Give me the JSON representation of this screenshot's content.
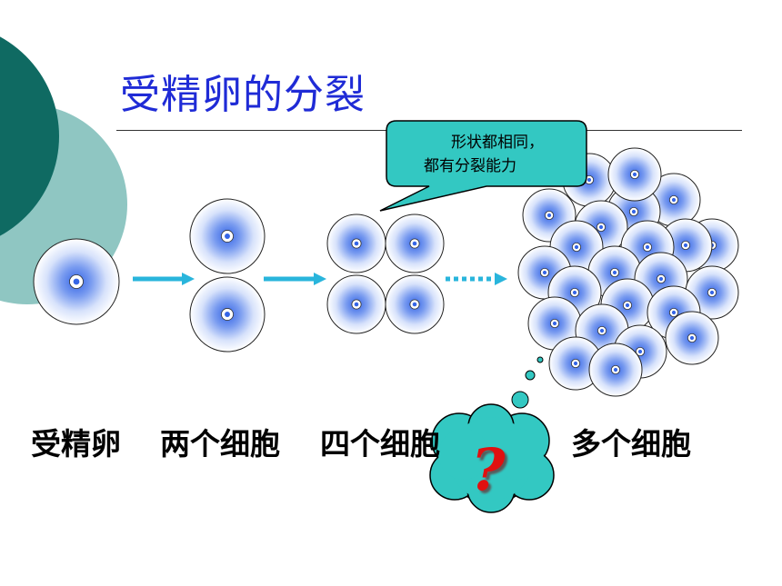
{
  "title": "受精卵的分裂",
  "stages": [
    {
      "label": "受精卵",
      "cell_count": 1
    },
    {
      "label": "两个细胞",
      "cell_count": 2
    },
    {
      "label": "四个细胞",
      "cell_count": 4
    },
    {
      "label": "多个细胞"
    }
  ],
  "callout": {
    "line1": "形状都相同，",
    "line2": "都有分裂能力"
  },
  "question_mark": "?",
  "colors": {
    "title": "#1f2bd6",
    "deco_dark": "#0f6a62",
    "deco_light": "#8fc6c2",
    "callout_fill": "#33c8c2",
    "arrow": "#29b5dc",
    "cell_center": "#3565e6",
    "question_mark": "#e01010",
    "cloud": "#33c8c2"
  }
}
